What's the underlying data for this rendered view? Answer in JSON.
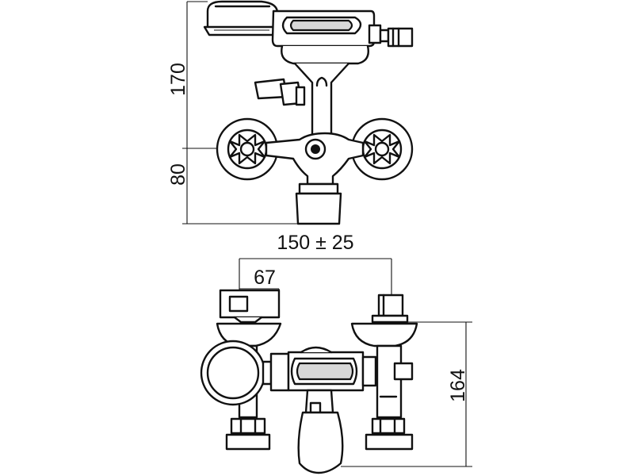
{
  "drawing": {
    "dimensions": {
      "upper_height": "170",
      "lower_height": "80",
      "centre_spacing": "150 ± 25",
      "side_offset": "67",
      "depth": "164"
    }
  }
}
